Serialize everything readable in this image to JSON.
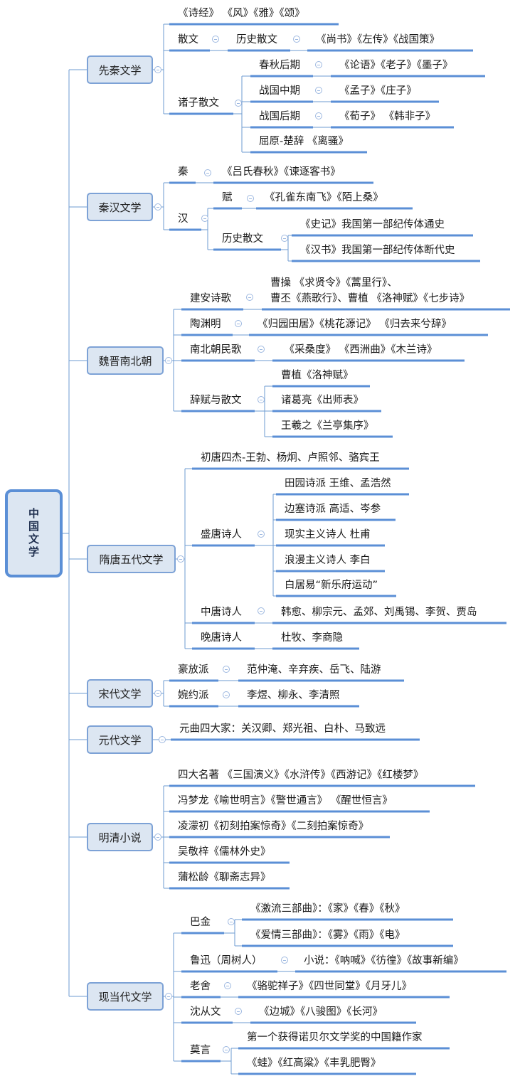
{
  "root": {
    "label": "中国文学"
  },
  "branches": [
    {
      "label": "先秦文学",
      "children": [
        {
          "label": "《诗经》 《风》《雅》《颂》"
        },
        {
          "label": "散文",
          "children": [
            {
              "label": "历史散文",
              "children": [
                {
                  "label": "《尚书》《左传》《战国策》"
                }
              ]
            }
          ]
        },
        {
          "label": "诸子散文",
          "children": [
            {
              "label": "春秋后期",
              "children": [
                {
                  "label": "《论语》《老子》《墨子》"
                }
              ]
            },
            {
              "label": "战国中期",
              "children": [
                {
                  "label": "《孟子》《庄子》"
                }
              ]
            },
            {
              "label": "战国后期",
              "children": [
                {
                  "label": "《荀子》 《韩非子》"
                }
              ]
            },
            {
              "label": "屈原-楚辞 《离骚》"
            }
          ]
        }
      ]
    },
    {
      "label": "秦汉文学",
      "children": [
        {
          "label": "秦",
          "children": [
            {
              "label": "《吕氏春秋》《谏逐客书》"
            }
          ]
        },
        {
          "label": "汉",
          "children": [
            {
              "label": "赋",
              "children": [
                {
                  "label": "《孔雀东南飞》《陌上桑》"
                }
              ]
            },
            {
              "label": "历史散文",
              "children": [
                {
                  "label": "《史记》我国第一部纪传体通史"
                },
                {
                  "label": "《汉书》我国第一部纪传体断代史"
                }
              ]
            }
          ]
        }
      ]
    },
    {
      "label": "魏晋南北朝",
      "children": [
        {
          "label": "建安诗歌",
          "children": [
            {
              "label": "曹操 《求贤令》《蒿里行》、\n曹丕《燕歌行》、曹植 《洛神赋》《七步诗》"
            }
          ]
        },
        {
          "label": "陶渊明",
          "children": [
            {
              "label": "《归园田居》《桃花源记》 《归去来兮辞》"
            }
          ]
        },
        {
          "label": "南北朝民歌",
          "children": [
            {
              "label": " 《采桑度》 《西洲曲》《木兰诗》"
            }
          ]
        },
        {
          "label": "辞赋与散文",
          "children": [
            {
              "label": "曹植《洛神赋》"
            },
            {
              "label": "诸葛亮《出师表》"
            },
            {
              "label": "王羲之《兰亭集序》"
            }
          ]
        }
      ]
    },
    {
      "label": "隋唐五代文学",
      "children": [
        {
          "label": "初唐四杰-王勃、杨炯、卢照邻、骆宾王"
        },
        {
          "label": "盛唐诗人",
          "children": [
            {
              "label": "田园诗派 王维、孟浩然"
            },
            {
              "label": "边塞诗派 高适、岑参"
            },
            {
              "label": "现实主义诗人 杜甫"
            },
            {
              "label": "浪漫主义诗人 李白"
            },
            {
              "label": "白居易“新乐府运动”"
            }
          ]
        },
        {
          "label": "中唐诗人",
          "children": [
            {
              "label": "韩愈、柳宗元、孟郊、刘禹锡、李贺、贾岛"
            }
          ]
        },
        {
          "label": "晚唐诗人",
          "children": [
            {
              "label": "杜牧、李商隐"
            }
          ]
        }
      ]
    },
    {
      "label": "宋代文学",
      "children": [
        {
          "label": "豪放派",
          "children": [
            {
              "label": "范仲淹、辛弃疾、岳飞、陆游"
            }
          ]
        },
        {
          "label": "婉约派",
          "children": [
            {
              "label": "李煜、柳永、李清照"
            }
          ]
        }
      ]
    },
    {
      "label": "元代文学",
      "children": [
        {
          "label": "元曲四大家：关汉卿、郑光祖、白朴、马致远"
        }
      ]
    },
    {
      "label": "明清小说",
      "children": [
        {
          "label": "四大名著 《三国演义》《水浒传》《西游记》《红楼梦》"
        },
        {
          "label": "冯梦龙《喻世明言》《警世通言》 《醒世恒言》"
        },
        {
          "label": "凌濛初《初刻拍案惊奇》《二刻拍案惊奇》"
        },
        {
          "label": "吴敬梓《儒林外史》"
        },
        {
          "label": "蒲松龄《聊斋志异》"
        }
      ]
    },
    {
      "label": "现当代文学",
      "children": [
        {
          "label": "巴金",
          "children": [
            {
              "label": "《激流三部曲》：《家》《春》《秋》"
            },
            {
              "label": "《爱情三部曲》：《雾》《雨》《电》"
            }
          ]
        },
        {
          "label": "鲁迅（周树人）",
          "children": [
            {
              "label": "小说：《呐喊》《彷徨》《故事新编》"
            }
          ]
        },
        {
          "label": "老舍",
          "children": [
            {
              "label": "《骆驼祥子》《四世同堂》《月牙儿》"
            }
          ]
        },
        {
          "label": "沈从文",
          "children": [
            {
              "label": "《边城》《八骏图》《长河》"
            }
          ]
        },
        {
          "label": "莫言",
          "children": [
            {
              "label": "第一个获得诺贝尔文学奖的中国籍作家"
            },
            {
              "label": "《蛙》《红高粱》《丰乳肥臀》"
            }
          ]
        }
      ]
    }
  ],
  "colors": {
    "underline": "#5b8fd6",
    "connector": "#6d9bd1",
    "box_fill": "#dce6f2",
    "box_border": "#7da2d6"
  }
}
